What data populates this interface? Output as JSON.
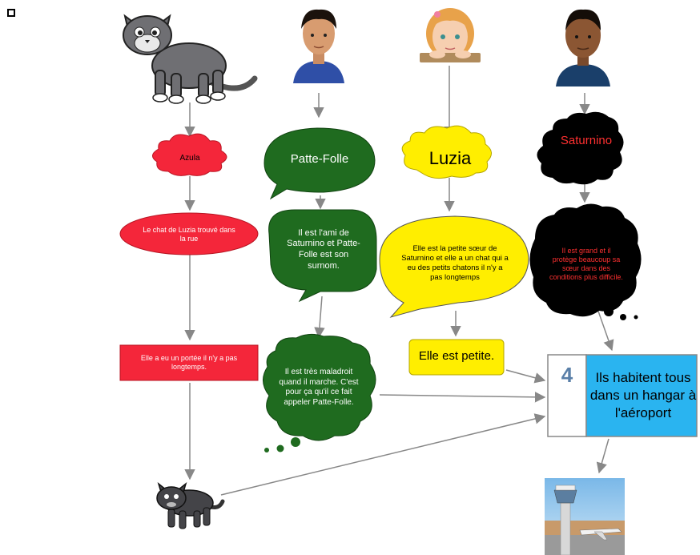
{
  "colors": {
    "red": "#f4263a",
    "green": "#1f6b1f",
    "yellow": "#ffee00",
    "black": "#000000",
    "blue": "#2ab4f0",
    "arrow": "#888888",
    "red_text": "#ff3030"
  },
  "characters": {
    "cat": {
      "icon": "cat-icon"
    },
    "patte_folle": {
      "icon": "boy-avatar-icon"
    },
    "luzia": {
      "icon": "girl-avatar-icon"
    },
    "saturnino": {
      "icon": "boy-dark-avatar-icon"
    }
  },
  "nodes": {
    "azula": "Azula",
    "azula_desc": "Le chat de Luzia trouvé dans la rue",
    "azula_litter": "Elle a eu un portée il n'y a pas longtemps.",
    "patte_folle": "Patte-Folle",
    "patte_folle_desc": "Il est l'ami de Saturnino et Patte-Folle est son surnom.",
    "patte_folle_clumsy": "Il est très maladroit quand il marche. C'est pour ça qu'il ce fait appeler Patte-Folle.",
    "luzia": "Luzia",
    "luzia_desc": "Elle est la petite sœur de Saturnino et elle a un chat qui a eu des petits chatons il n'y a pas longtemps",
    "luzia_small": "Elle est petite.",
    "saturnino": "Saturnino",
    "saturnino_desc": "Il est grand et il protège beaucoup sa sœur dans des conditions plus difficile."
  },
  "summary": {
    "number": "4",
    "text": "Ils habitent tous dans un hangar à l'aéroport"
  },
  "images": {
    "kitten": "kitten-icon",
    "airport": "airport-tower-icon"
  }
}
